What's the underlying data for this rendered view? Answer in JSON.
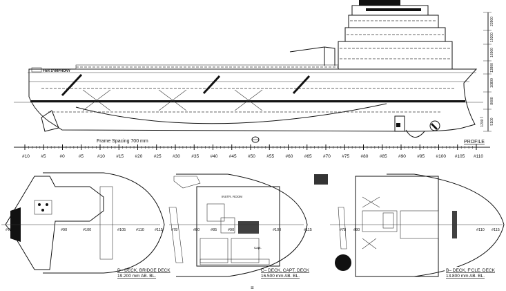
{
  "profile": {
    "ship_name": "FAR SYMPHONY",
    "frame_spacing": "Frame Spacing 700 mm",
    "view_label": "PROFILE",
    "frame_labels": [
      "#10",
      "#5",
      "#0",
      "#5",
      "#10",
      "#15",
      "#20",
      "#25",
      "#30",
      "#35",
      "#40",
      "#45",
      "#50",
      "#55",
      "#60",
      "#65",
      "#70",
      "#75",
      "#80",
      "#85",
      "#90",
      "#95",
      "#100",
      "#105",
      "#110"
    ],
    "height_labels": [
      "23900",
      "19200",
      "16500",
      "13800",
      "10800",
      "8000",
      "5100",
      "1200"
    ]
  },
  "plans": {
    "d_deck": {
      "title": "D– DECK, BRIDGE DECK",
      "elevation": "19.200 mm AB. BL.",
      "frame_labels": [
        "#78",
        "#90",
        "#100",
        "#105",
        "#110",
        "#115"
      ]
    },
    "c_deck": {
      "title": "C– DECK, CAPT. DECK",
      "elevation": "16.500 mm AB. BL.",
      "room_label": "INSTR. ROOM",
      "room_label_2": "Capt.",
      "frame_labels": [
        "#78",
        "#80",
        "#85",
        "#90",
        "#100",
        "#115"
      ]
    },
    "b_deck": {
      "title": "B– DECK, F'CLE. DECK",
      "elevation": "13.800 mm AB. BL.",
      "frame_labels": [
        "#78",
        "#80",
        "#110",
        "#115"
      ]
    }
  },
  "footer_mark": "≡"
}
